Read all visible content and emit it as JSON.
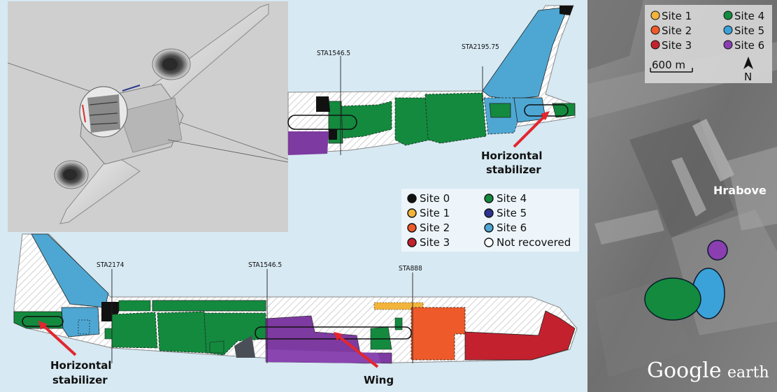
{
  "stations_upper": {
    "sta1": "STA1546.5",
    "sta2": "STA2195.75"
  },
  "stations_lower": {
    "sta1": "STA2174",
    "sta2": "STA1546.5",
    "sta3": "STA888"
  },
  "labels": {
    "hstab_upper_1": "Horizontal",
    "hstab_upper_2": "stabilizer",
    "hstab_lower_1": "Horizontal",
    "hstab_lower_2": "stabilizer",
    "wing": "Wing"
  },
  "legend": {
    "items": [
      {
        "label": "Site 0",
        "color": "#111111"
      },
      {
        "label": "Site 1",
        "color": "#f3b43c"
      },
      {
        "label": "Site 2",
        "color": "#ee5a2a"
      },
      {
        "label": "Site 3",
        "color": "#c4212e"
      },
      {
        "label": "Site 4",
        "color": "#138a3e"
      },
      {
        "label": "Site 5",
        "color": "#2c3390"
      },
      {
        "label": "Site 6",
        "color": "#4ea7d3"
      },
      {
        "label": "Not recovered",
        "color": "#ffffff"
      }
    ]
  },
  "map": {
    "legend": [
      {
        "label": "Site 1",
        "color": "#f3b43c"
      },
      {
        "label": "Site 2",
        "color": "#ee5a2a"
      },
      {
        "label": "Site 3",
        "color": "#c4212e"
      },
      {
        "label": "Site 4",
        "color": "#138a3e"
      },
      {
        "label": "Site 5",
        "color": "#3aa2d8"
      },
      {
        "label": "Site 6",
        "color": "#8a3eb0"
      }
    ],
    "scale": "600 m",
    "north": "N",
    "town": "Hrabove",
    "brand": "Google",
    "brand_suffix": "earth"
  },
  "colors": {
    "green": "#138a3e",
    "blue": "#4ea7d3",
    "purple": "#7d3aa0",
    "red": "#c4212e",
    "orange": "#ee5a2a",
    "yellow": "#f3b43c",
    "black": "#111111",
    "arrow": "#e3262e"
  }
}
